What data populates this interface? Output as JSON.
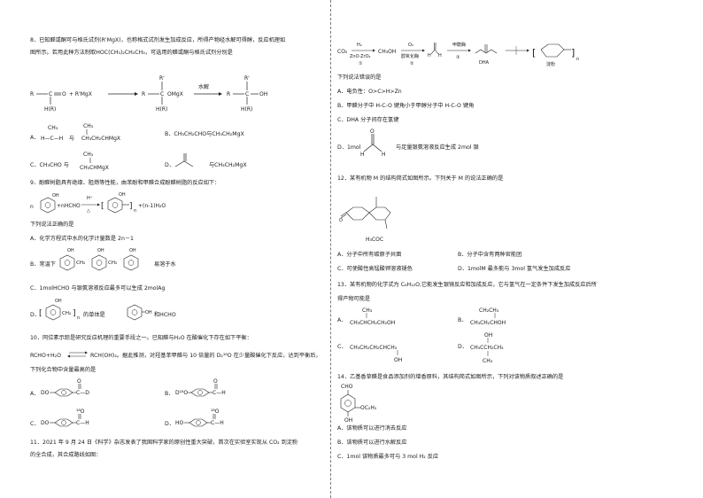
{
  "left": {
    "q8": {
      "stem_line1": "8．已知醛或酮可与格氏试剂(R'MgX)，也称格式试剂发生加成反应，所得产物经水解可得醇，反应机理如",
      "stem_line2": "图所示。若用此种方法制取HOC(CH₃)₂CH₂CH₃，可选用的醛或酮与格氏试剂分别是",
      "scheme": {
        "r": "R",
        "co": "C",
        "o": "O",
        "plus": "+ R'MgX",
        "hr": "H(R)",
        "rprime": "R'",
        "omgx": "OMgX",
        "hydrolysis": "水解",
        "oh": "OH"
      },
      "opt_a_label": "A．",
      "opt_a_1": "H—C—H",
      "opt_a_and": "与",
      "opt_a_2": "CH₃CH₂CHMgX",
      "opt_a_top": "CH₃",
      "opt_b": "B．CH₃CH₂CHO与CH₃CH₂MgX",
      "opt_c_label": "C．CH₃CHO 与",
      "opt_c_2": "CH₃CHMgX",
      "opt_c_top": "CH₃",
      "opt_d_label": "D．",
      "opt_d_and": "与CH₃CH₂MgX"
    },
    "q9": {
      "stem": "9．酚醛树脂具有绝缘、阻燃等性能，由苯酚和甲醛合成酚醛树脂的反应如下：",
      "scheme": {
        "n1": "n",
        "plus_n_hcho": "+nHCHO",
        "cat": "H⁺",
        "delta": "△",
        "n2": "n",
        "water": "+(n-1)H₂O",
        "oh": "OH"
      },
      "question": "下列说法正确的是",
      "opt_a": "A．化学方程式中水的化学计量数是 2n－1",
      "opt_b_pre": "B．常温下",
      "opt_b_post": "易溶于水",
      "opt_c": "C．1molHCHO 与银氨溶液反应最多可以生成 2molAg",
      "opt_d_pre": "D．",
      "opt_d_mid": "的单体是",
      "opt_d_post": "和HCHO"
    },
    "q10": {
      "stem_line1": "10．同位素示踪是研究反应机理的重要手段之一。已知醛与H₂O 在酸催化下存在如下平衡：",
      "stem_line2_pre": "RCHO+H₂O",
      "stem_line2_post": "RCH(OH)₂。据此推测，对羟基苯甲醛与 10 倍量的 D₂¹⁸O 在少量酸催化下反应，达到平衡后，",
      "stem_line3": "下列化合物中含量最高的是",
      "opt_a": "A．",
      "opt_b": "B．",
      "opt_c": "C．",
      "opt_d": "D．",
      "g_do": "DO",
      "g_d18o": "D¹⁸O",
      "g_ho": "HO",
      "g_cd": "C—D",
      "g_ch": "C—H",
      "g_o": "O",
      "g_18o": "¹⁸O"
    },
    "q11": {
      "stem_line1": "11．2021 年 9 月 24 日《科学》杂志发表了我国科学家的原创性重大突破，首次在实验室实现从 CO₂ 到淀粉",
      "stem_line2": "的全合成，其合成路线如图："
    }
  },
  "right": {
    "q11_scheme": {
      "co2": "CO₂",
      "h2": "H₂",
      "cat1": "ZnO·ZrO₂",
      "step1": "①",
      "ch3oh": "CH₃OH",
      "o2": "O₂",
      "cat2": "醇氧化酶",
      "step2": "②",
      "hcho_h": "H",
      "formolase": "甲酰酶",
      "step3": "③",
      "dha": "DHA",
      "starch": "淀粉",
      "n": "n"
    },
    "q11_question": "下列说法错误的是",
    "q11_opt_a": "A．电负性：O>C>H>Zn",
    "q11_opt_b": "B．甲醛分子中 H-C-O 键角小于甲醇分子中 H-C-O 键角",
    "q11_opt_c": "C．DHA 分子间存在氢键",
    "q11_opt_d_pre": "D．1mol",
    "q11_opt_d_post": "与足量银氨溶液反应生成 2mol 银",
    "q12": {
      "stem": "12．某有机物 M 的结构简式如图所示。下列关于 M 的说法正确的是",
      "h3co": "H₃COC",
      "opt_a": "A．分子中所有碳原子共面",
      "opt_b": "B．分子中含有两种官能团",
      "opt_c": "C．可使酸性高锰酸钾溶液褪色",
      "opt_d": "D．1molM 最多能与 3mol 氢气发生加成反应"
    },
    "q13": {
      "stem_line1": "13．某有机物的化学式为 C₆H₁₂O,它能发生银镜反应和加成反应，它与氢气在一定条件下发生加成反应后所",
      "stem_line2": "得产物可能是",
      "opt_a": "A．",
      "a_top": "CH₃",
      "a_main": "CH₃CHCH₂CH₂OH",
      "opt_b": "B．",
      "b_top": "CH₂CH₃",
      "b_main": "CH₃CH₂CHOH",
      "opt_c": "C．",
      "c_main": "CH₃CH₂CH₂CHCH₃",
      "c_bottom": "OH",
      "opt_d": "D．",
      "d_top": "OH",
      "d_main": "CH₃CCH₂CH₃",
      "d_bottom": "CH₃"
    },
    "q14": {
      "stem": "14．乙基香草醛是食品添加剂的增香原料，其结构简式如图所示，下列对该物质叙述正确的是",
      "cho": "CHO",
      "oc2h5": "OC₂H₅",
      "oh": "OH",
      "opt_a": "A．该物质可以进行消去反应",
      "opt_b": "B．该物质可以进行水解反应",
      "opt_c": "C．1mol 该物质最多可与 3 mol H₂ 反应"
    }
  }
}
